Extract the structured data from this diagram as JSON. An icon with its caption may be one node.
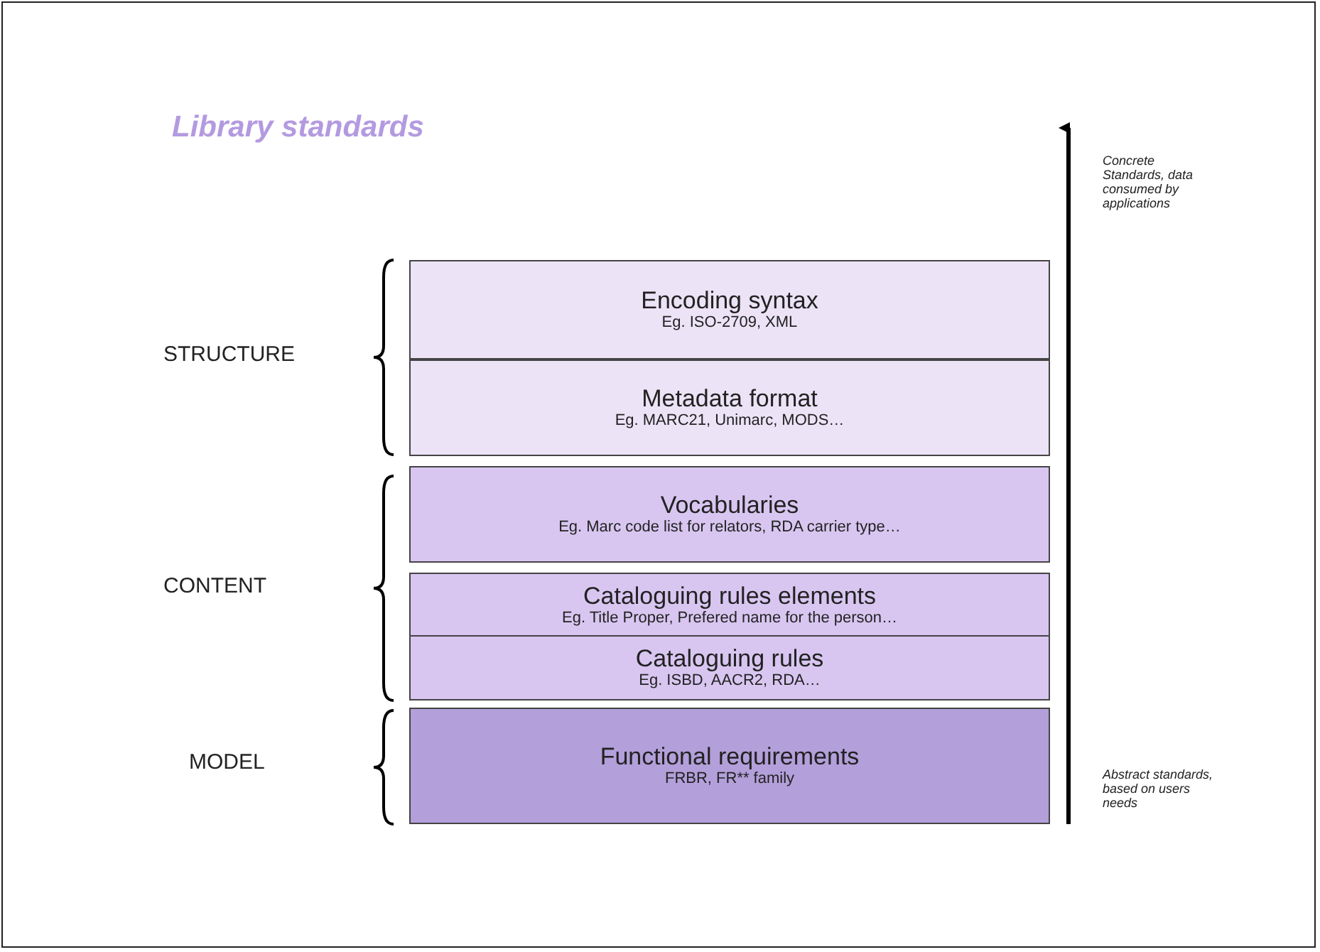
{
  "diagram": {
    "title": "Library standards",
    "nodes": [
      {
        "text": [
          "Encoding syntax",
          "Eg. ISO-2709, XML"
        ]
      },
      {
        "text": [
          "Metadata format",
          "Eg. MARC21, Unimarc, MODS…"
        ]
      },
      {
        "text": [
          "Vocabularies",
          "Eg. Marc code list for relators, RDA carrier type…"
        ]
      },
      {
        "text": [
          "Cataloguing rules elements",
          "Eg. Title Proper, Prefered name for the person…"
        ]
      },
      {
        "text": [
          "Cataloguing rules",
          "Eg. ISBD, AACR2, RDA…"
        ]
      },
      {
        "text": [
          "Functional requirements",
          "FRBR, FR** family"
        ]
      }
    ],
    "edges": [],
    "labels": [
      "STRUCTURE",
      "CONTENT",
      "MODEL",
      "Concrete Standards, data consumed by applications",
      "Abstract standards, based on users needs"
    ]
  }
}
